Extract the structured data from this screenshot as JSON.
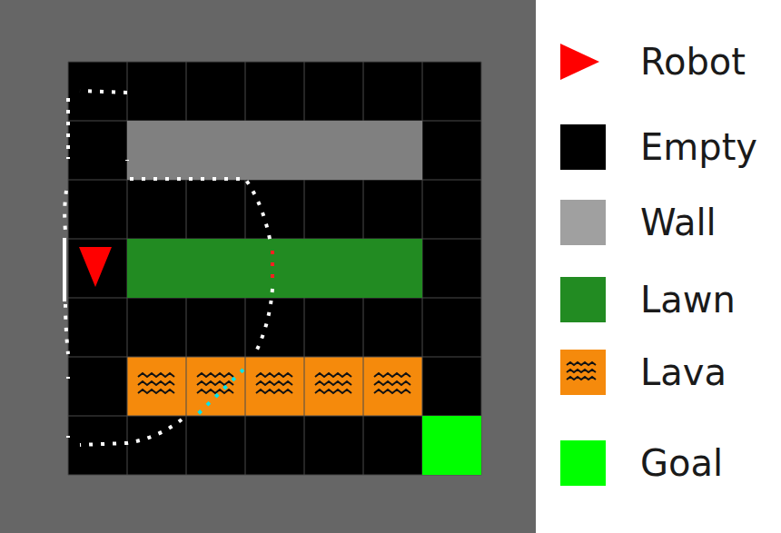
{
  "diagram": {
    "legend": [
      {
        "text": "Robot"
      },
      {
        "text": "Empty",
        "color": "#000000"
      },
      {
        "text": "Wall",
        "color": "#a0a0a0"
      },
      {
        "text": "Lawn",
        "color": "#228b22"
      },
      {
        "text": "Lava"
      },
      {
        "text": "Goal",
        "color": "#00ff00"
      }
    ]
  }
}
